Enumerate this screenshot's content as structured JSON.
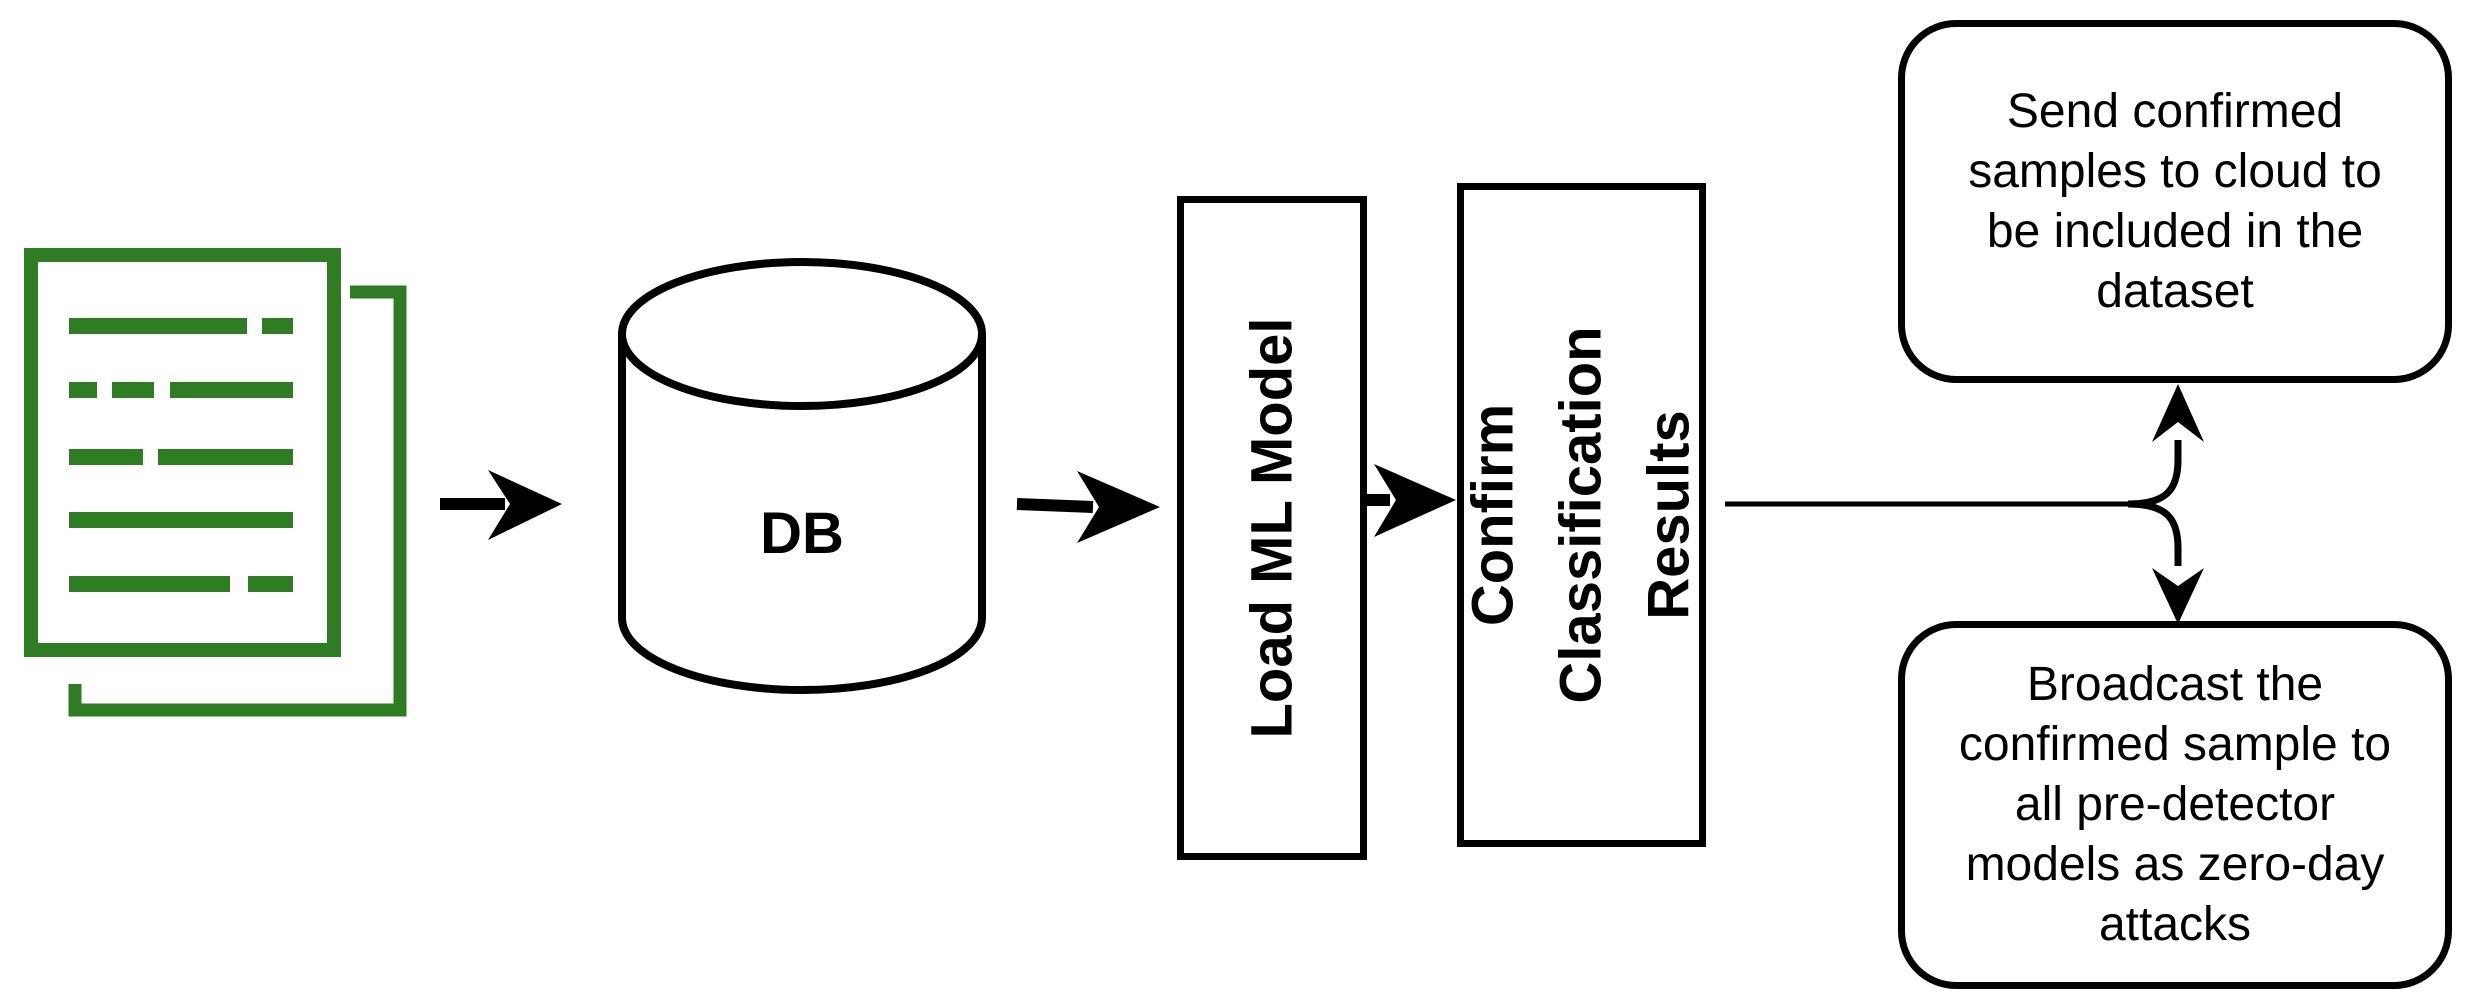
{
  "nodes": {
    "documents": {
      "icon": "document-stack-icon",
      "color": "#2f7d22"
    },
    "database": {
      "label": "DB"
    },
    "load_model": {
      "label": "Load ML Model"
    },
    "confirm": {
      "label_line1": "Confirm",
      "label_line2": "Classification",
      "label_line3": "Results"
    },
    "send_cloud": {
      "label": "Send confirmed samples to cloud to be included in the dataset"
    },
    "broadcast": {
      "label": "Broadcast the confirmed sample to all pre-detector models as zero-day attacks"
    }
  },
  "edges": [
    {
      "from": "documents",
      "to": "database"
    },
    {
      "from": "database",
      "to": "load_model"
    },
    {
      "from": "load_model",
      "to": "confirm"
    },
    {
      "from": "confirm",
      "to": "send_cloud"
    },
    {
      "from": "confirm",
      "to": "broadcast"
    }
  ]
}
